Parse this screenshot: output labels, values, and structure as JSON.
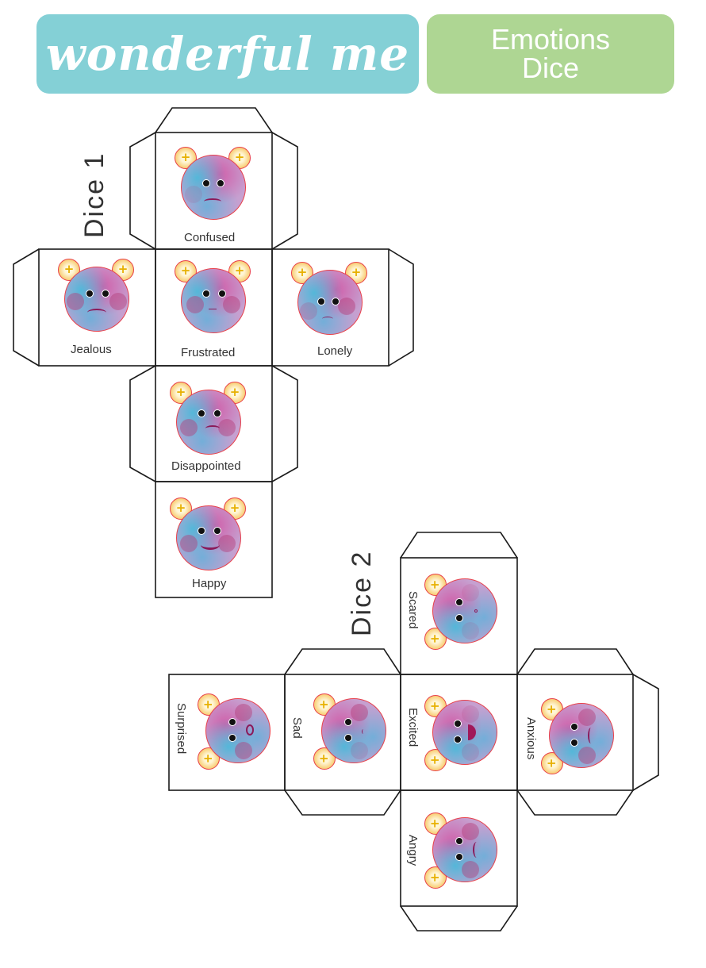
{
  "header": {
    "brand": "wonderful me",
    "title": "Emotions\nDice",
    "brand_color": "#84D0D6",
    "title_color": "#AED693"
  },
  "dice": [
    {
      "label": "Dice 1",
      "faces": [
        {
          "position": "top",
          "emotion": "Confused",
          "icon": "confused-bear-face"
        },
        {
          "position": "left",
          "emotion": "Jealous",
          "icon": "jealous-bear-face"
        },
        {
          "position": "center",
          "emotion": "Frustrated",
          "icon": "frustrated-bear-face"
        },
        {
          "position": "right",
          "emotion": "Lonely",
          "icon": "lonely-bear-face"
        },
        {
          "position": "below-center",
          "emotion": "Disappointed",
          "icon": "disappointed-bear-face"
        },
        {
          "position": "bottom",
          "emotion": "Happy",
          "icon": "happy-bear-face"
        }
      ]
    },
    {
      "label": "Dice 2",
      "faces": [
        {
          "position": "top",
          "emotion": "Scared",
          "icon": "scared-bear-face"
        },
        {
          "position": "far-left",
          "emotion": "Surprised",
          "icon": "surprised-bear-face"
        },
        {
          "position": "left",
          "emotion": "Sad",
          "icon": "sad-bear-face"
        },
        {
          "position": "center",
          "emotion": "Excited",
          "icon": "excited-bear-face"
        },
        {
          "position": "right",
          "emotion": "Anxious",
          "icon": "anxious-bear-face"
        },
        {
          "position": "bottom",
          "emotion": "Angry",
          "icon": "angry-bear-face"
        }
      ]
    }
  ]
}
